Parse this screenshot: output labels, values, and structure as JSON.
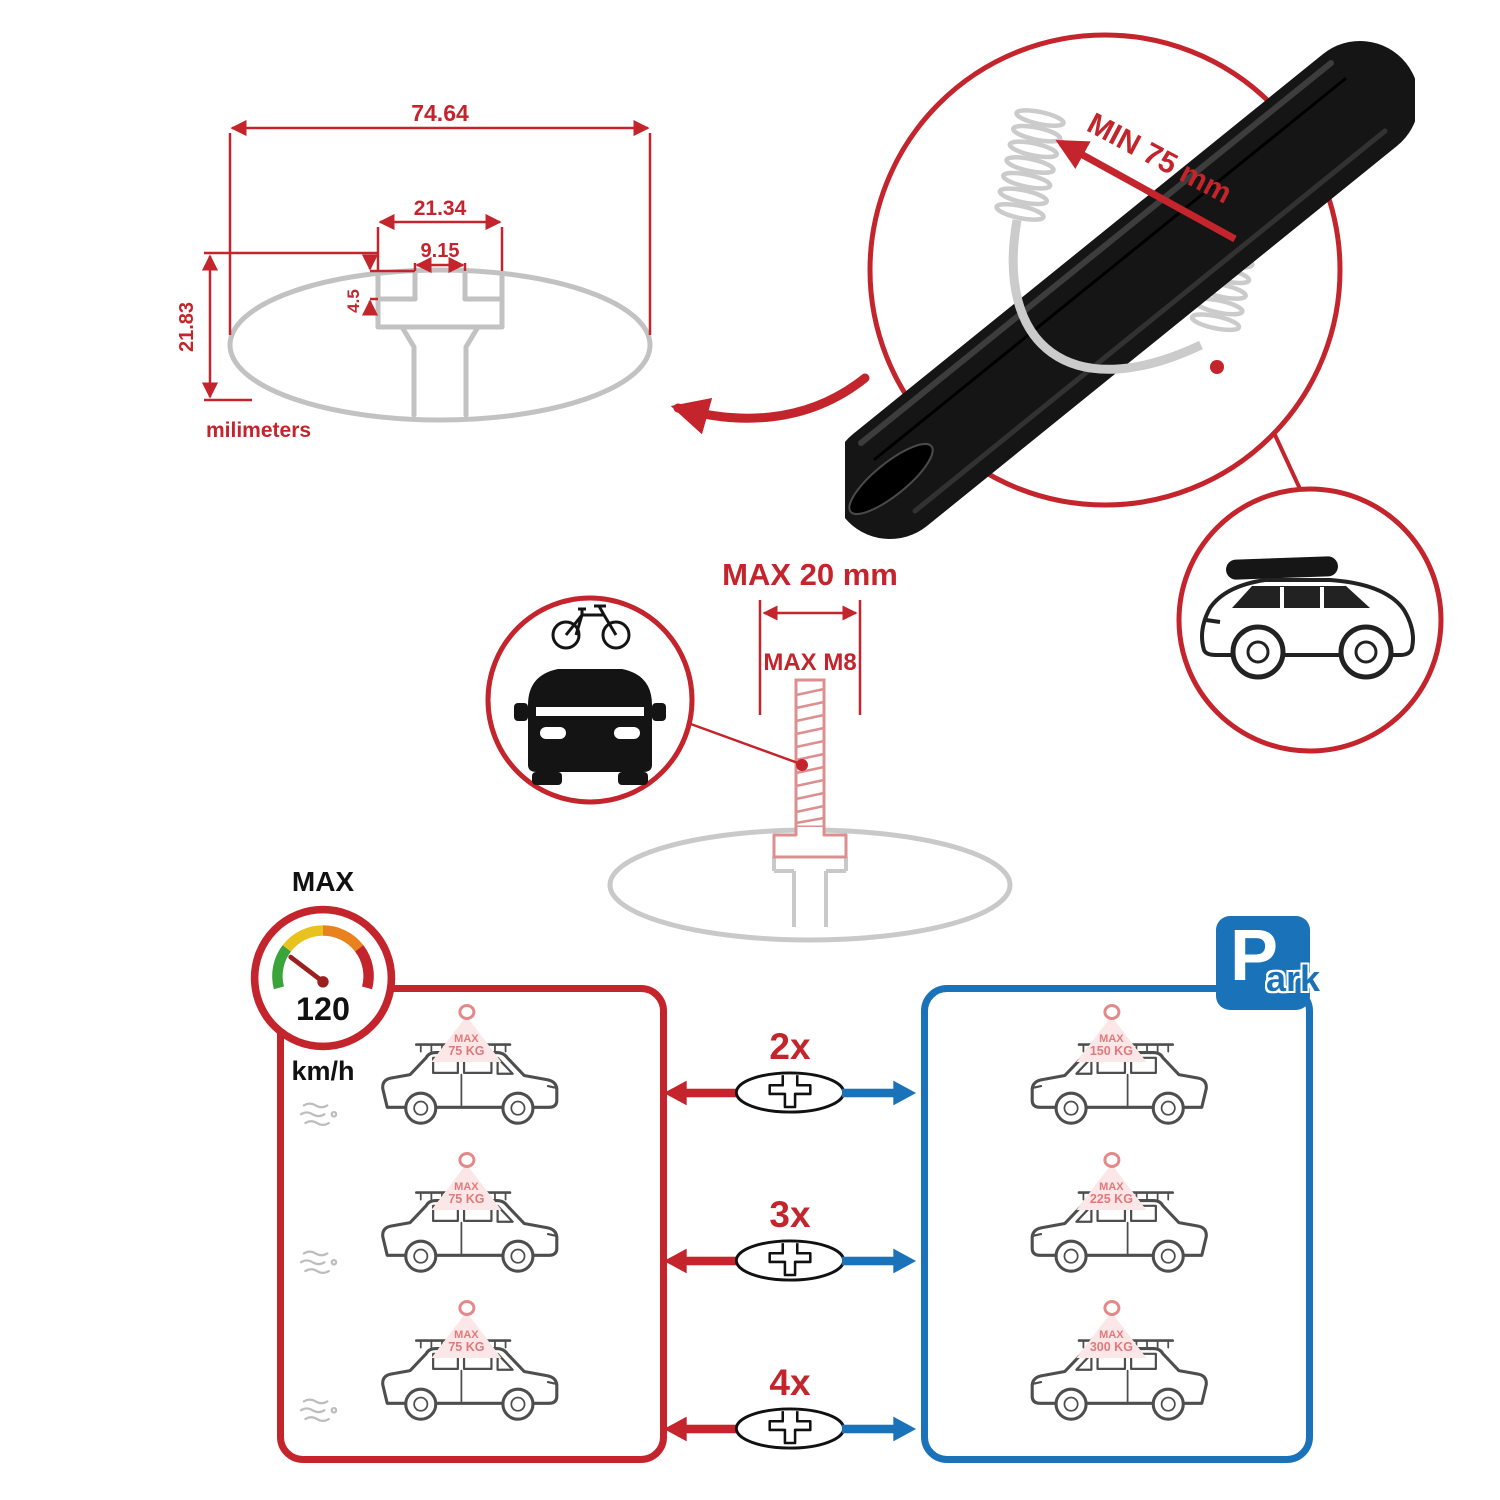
{
  "colors": {
    "red": "#c4242b",
    "blue": "#1a72b8",
    "pink": "#e07a7a",
    "gray": "#c6c6c6",
    "dark": "#1a1a1a"
  },
  "dimension_diagram": {
    "total_width": "74.64",
    "channel_width": "21.34",
    "slot_width": "9.15",
    "lip_depth": "4.5",
    "total_height": "21.83",
    "units_label": "milimeters"
  },
  "crossbar_detail": {
    "min_span_label": "MIN 75 mm"
  },
  "bolt_detail": {
    "max_width_label": "MAX 20 mm",
    "max_thread_label": "MAX M8"
  },
  "speed_limit": {
    "max_label": "MAX",
    "value": "120",
    "unit": "km/h"
  },
  "highway_panel": {
    "cars": [
      {
        "tag_max": "MAX",
        "tag_load": "75 KG"
      },
      {
        "tag_max": "MAX",
        "tag_load": "75 KG"
      },
      {
        "tag_max": "MAX",
        "tag_load": "75 KG"
      }
    ]
  },
  "bar_counts": {
    "rows": [
      {
        "label": "2x"
      },
      {
        "label": "3x"
      },
      {
        "label": "4x"
      }
    ]
  },
  "park_panel": {
    "sign_p": "P",
    "sign_ark": "ark",
    "cars": [
      {
        "tag_max": "MAX",
        "tag_load": "150 KG"
      },
      {
        "tag_max": "MAX",
        "tag_load": "225 KG"
      },
      {
        "tag_max": "MAX",
        "tag_load": "300 KG"
      }
    ]
  }
}
